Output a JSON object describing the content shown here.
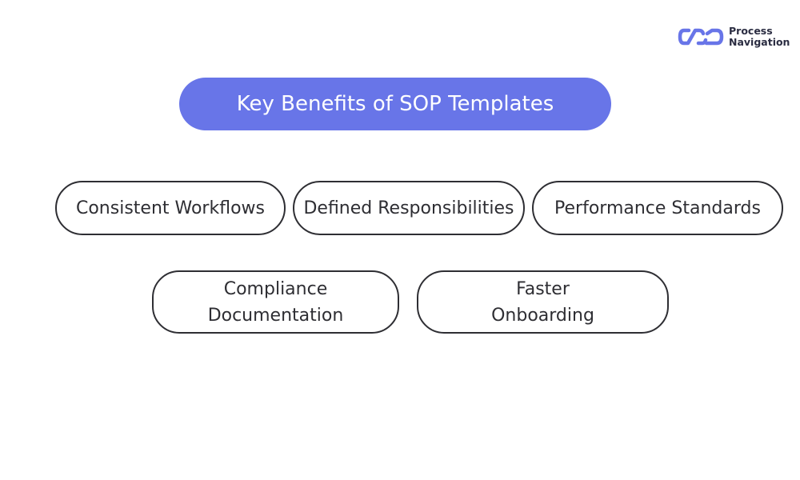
{
  "brand": {
    "name_line1": "Process",
    "name_line2": "Navigation",
    "logo_icon": "chain-link-icon",
    "logo_color": "#6875e8"
  },
  "title": "Key Benefits of SOP Templates",
  "accent_color": "#6875e8",
  "benefits": [
    "Consistent Workflows",
    "Defined Responsibilities",
    "Performance Standards",
    "Compliance\nDocumentation",
    "Faster\nOnboarding"
  ]
}
